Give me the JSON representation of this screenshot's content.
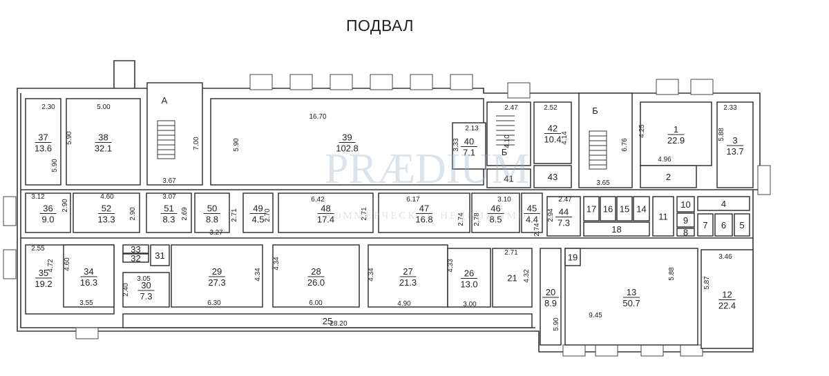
{
  "title": "ПОДВАЛ",
  "watermark": {
    "logo": "PRÆDIUM",
    "tagline": "КОММЕРЧЕСКАЯ НЕДВИЖИМОСТЬ",
    "color": "#9fb0c4"
  },
  "stairs": [
    "А",
    "Б",
    "Б"
  ],
  "rooms": [
    {
      "number": "37",
      "area": "13.6"
    },
    {
      "number": "38",
      "area": "32.1"
    },
    {
      "number": "39",
      "area": "102.8"
    },
    {
      "number": "40",
      "area": "7.1"
    },
    {
      "number": "41",
      "area": ""
    },
    {
      "number": "42",
      "area": "10.4"
    },
    {
      "number": "43",
      "area": ""
    },
    {
      "number": "1",
      "area": "22.9"
    },
    {
      "number": "2",
      "area": ""
    },
    {
      "number": "3",
      "area": "13.7"
    },
    {
      "number": "36",
      "area": "9.0"
    },
    {
      "number": "52",
      "area": "13.3"
    },
    {
      "number": "51",
      "area": "8.3"
    },
    {
      "number": "50",
      "area": "8.8"
    },
    {
      "number": "49",
      "area": "4.5"
    },
    {
      "number": "48",
      "area": "17.4"
    },
    {
      "number": "47",
      "area": "16.8"
    },
    {
      "number": "46",
      "area": "8.5"
    },
    {
      "number": "45",
      "area": "4.4"
    },
    {
      "number": "44",
      "area": "7.3"
    },
    {
      "number": "17",
      "area": ""
    },
    {
      "number": "16",
      "area": ""
    },
    {
      "number": "15",
      "area": ""
    },
    {
      "number": "14",
      "area": ""
    },
    {
      "number": "18",
      "area": ""
    },
    {
      "number": "11",
      "area": ""
    },
    {
      "number": "10",
      "area": ""
    },
    {
      "number": "9",
      "area": ""
    },
    {
      "number": "8",
      "area": ""
    },
    {
      "number": "4",
      "area": ""
    },
    {
      "number": "7",
      "area": ""
    },
    {
      "number": "6",
      "area": ""
    },
    {
      "number": "5",
      "area": ""
    },
    {
      "number": "35",
      "area": "19.2"
    },
    {
      "number": "34",
      "area": "16.3"
    },
    {
      "number": "33",
      "area": ""
    },
    {
      "number": "32",
      "area": ""
    },
    {
      "number": "31",
      "area": ""
    },
    {
      "number": "30",
      "area": "7.3"
    },
    {
      "number": "29",
      "area": "27.3"
    },
    {
      "number": "28",
      "area": "26.0"
    },
    {
      "number": "27",
      "area": "21.3"
    },
    {
      "number": "26",
      "area": "13.0"
    },
    {
      "number": "21",
      "area": ""
    },
    {
      "number": "20",
      "area": "8.9"
    },
    {
      "number": "19",
      "area": ""
    },
    {
      "number": "13",
      "area": "50.7"
    },
    {
      "number": "12",
      "area": "22.4"
    },
    {
      "number": "25",
      "area": ""
    }
  ],
  "dimensions": [
    "2.30",
    "5.00",
    "5.90",
    "5.90",
    "7.00",
    "3.67",
    "16.70",
    "5.90",
    "2.13",
    "3.33",
    "2.47",
    "4.10",
    "2.52",
    "4.14",
    "6.76",
    "3.65",
    "4.25",
    "4.96",
    "2.33",
    "5.88",
    "3.12",
    "4.60",
    "2.90",
    "2.90",
    "3.07",
    "2.69",
    "2.71",
    "2.70",
    "3.27",
    "6.42",
    "2.71",
    "6.17",
    "2.74",
    "2.78",
    "3.10",
    "2.74",
    "2.47",
    "2.94",
    "2.55",
    "4.72",
    "4.60",
    "3.55",
    "3.05",
    "2.40",
    "4.34",
    "4.34",
    "6.30",
    "6.00",
    "4.34",
    "4.90",
    "4.33",
    "3.00",
    "2.71",
    "4.32",
    "5.90",
    "9.45",
    "5.88",
    "5.87",
    "3.46",
    "28.20"
  ]
}
